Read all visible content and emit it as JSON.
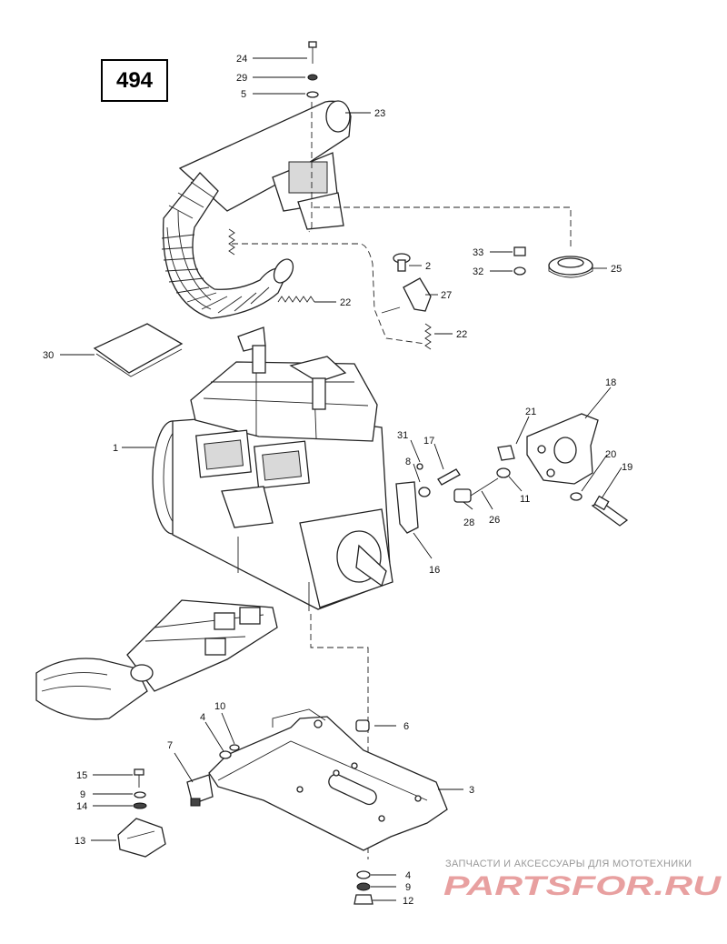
{
  "diagram_number": "494",
  "callouts": {
    "c24": "24",
    "c29": "29",
    "c5a": "5",
    "c23": "23",
    "c33": "33",
    "c32": "32",
    "c25": "25",
    "c2": "2",
    "c27": "27",
    "c22a": "22",
    "c22b": "22",
    "c30": "30",
    "c1": "1",
    "c18": "18",
    "c21": "21",
    "c31": "31",
    "c17": "17",
    "c8": "8",
    "c20": "20",
    "c19": "19",
    "c11": "11",
    "c28": "28",
    "c26": "26",
    "c16": "16",
    "c10": "10",
    "c4a": "4",
    "c6": "6",
    "c7": "7",
    "c15": "15",
    "c9a": "9",
    "c14": "14",
    "c3": "3",
    "c13": "13",
    "c4b": "4",
    "c9b": "9",
    "c12": "12"
  },
  "watermark": {
    "caption": "ЗАПЧАСТИ И АКСЕССУАРЫ ДЛЯ МОТОТЕХНИКИ",
    "logo_text": "PARTSFOR.RU",
    "logo_color": "#e8a0a0"
  }
}
